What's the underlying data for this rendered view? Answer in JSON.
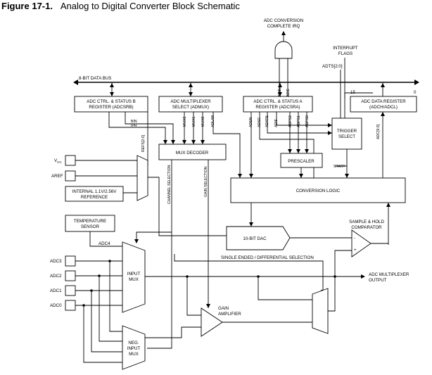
{
  "caption": {
    "number": "Figure 17-1.",
    "title": "Analog to Digital Converter Block Schematic"
  },
  "labels": {
    "adc_complete_irq_1": "ADC CONVERSION",
    "adc_complete_irq_2": "COMPLETE IRQ",
    "interrupt_flags_1": "INTERRUPT",
    "interrupt_flags_2": "FLAGS",
    "adts": "ADTS[2:0]",
    "data_bus": "8-BIT DATA BUS",
    "bit15": "15",
    "bit0": "0",
    "adcsrb_1": "ADC CTRL. & STATUS B",
    "adcsrb_2": "REGISTER (ADCSRB)",
    "admux_1": "ADC MULTIPLEXER",
    "admux_2": "SELECT (ADMUX)",
    "adcsra_1": "ADC CTRL. & STATUS A",
    "adcsra_2": "REGISTER (ADCSRA)",
    "adch_1": "ADC DATA REGISTER",
    "adch_2": "(ADCH/ADCL)",
    "bin": "BIN",
    "ipr": "IPR",
    "mux2": "MUX2",
    "mux1": "MUX1",
    "mux0": "MUX0",
    "adlar": "ADLAR",
    "refs": "REFS[2:0]",
    "adif": "ADIF",
    "adie": "ADIE",
    "aden": "ADEN",
    "adsc": "ADSC",
    "adate": "ADATE",
    "adif2": "ADIF",
    "adps2": "ADPS2",
    "adps1": "ADPS1",
    "adps0": "ADPS0",
    "adc_bits": "ADC[9:0]",
    "trigger_1": "TRIGGER",
    "trigger_2": "SELECT",
    "mux_decoder": "MUX DECODER",
    "prescaler": "PRESCALER",
    "start": "START",
    "vcc": "V",
    "vcc_sub": "CC",
    "aref": "AREF",
    "internal_ref_1": "INTERNAL 1.1V/2.56V",
    "internal_ref_2": "REFERENCE",
    "channel_sel": "CHANNEL SELECTION",
    "gain_sel": "GAIN SELECTION",
    "conversion_logic": "CONVERSION LOGIC",
    "temp_1": "TEMPERATURE",
    "temp_2": "SENSOR",
    "adc4": "ADC4",
    "dac": "10-BIT DAC",
    "sh_1": "SAMPLE & HOLD",
    "sh_2": "COMPARATOR",
    "adc3": "ADC3",
    "adc2": "ADC2",
    "adc1": "ADC1",
    "adc0": "ADC0",
    "input_mux_1": "INPUT",
    "input_mux_2": "MUX",
    "single_diff": "SINGLE ENDED / DIFFERENTIAL SELECTION",
    "mux_out_1": "ADC MULTIPLEXER",
    "mux_out_2": "OUTPUT",
    "gain_amp_1": "GAIN",
    "gain_amp_2": "AMPLIFIER",
    "neg_mux_1": "NEG.",
    "neg_mux_2": "INPUT",
    "neg_mux_3": "MUX",
    "plus": "+",
    "minus": "-"
  }
}
